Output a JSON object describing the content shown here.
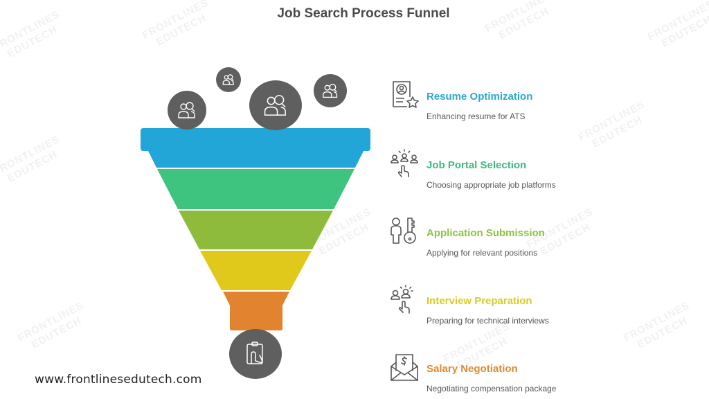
{
  "title": "Job Search Process Funnel",
  "watermark": {
    "line1": "FRONTLINES",
    "line2": "EDUTECH"
  },
  "colors": {
    "blue": "#22a6d8",
    "green": "#3ec47e",
    "olive": "#8fbb3c",
    "yellow": "#e1c91b",
    "orange": "#e2842f",
    "bubble": "#5f5f5f",
    "icon_stroke": "#555555"
  },
  "funnel": {
    "top_icons": [
      "people-search-icon",
      "people-search-icon",
      "people-search-icon",
      "people-search-icon"
    ],
    "bottom_icon": "clipboard-hand-icon"
  },
  "steps": [
    {
      "title": "Resume Optimization",
      "description": "Enhancing resume for ATS",
      "icon": "resume-star-icon",
      "color": "#2ba9cf"
    },
    {
      "title": "Job Portal Selection",
      "description": "Choosing appropriate job platforms",
      "icon": "people-select-hand-icon",
      "color": "#3dba7c"
    },
    {
      "title": "Application Submission",
      "description": "Applying for relevant positions",
      "icon": "person-key-icon",
      "color": "#8cc43c"
    },
    {
      "title": "Interview Preparation",
      "description": "Preparing for technical interviews",
      "icon": "interview-hand-icon",
      "color": "#d9cc1f"
    },
    {
      "title": "Salary Negotiation",
      "description": "Negotiating compensation package",
      "icon": "salary-envelope-icon",
      "color": "#e08a2c"
    }
  ],
  "footer": {
    "website": "www.frontlinesedutech.com"
  }
}
